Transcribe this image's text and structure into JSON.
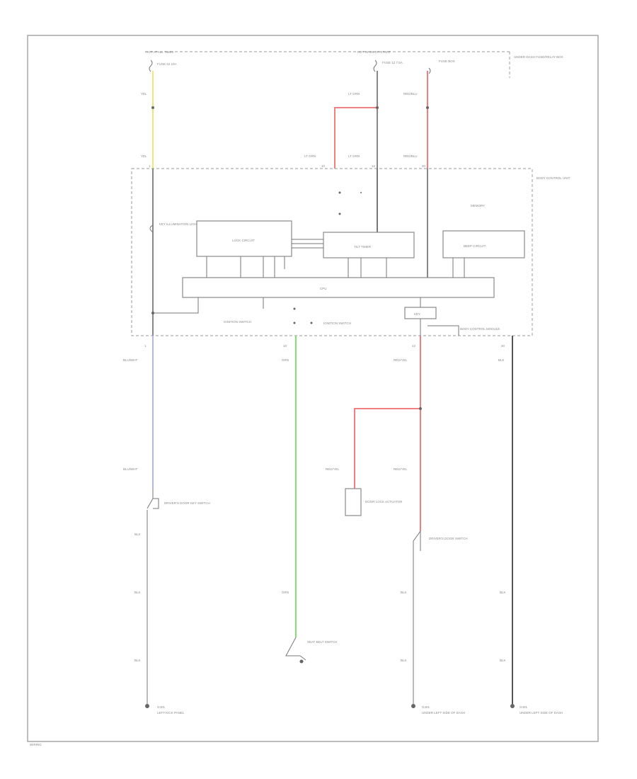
{
  "diagram": {
    "colors": {
      "yellow": "#f0e87a",
      "red": "#f07f7f",
      "blue": "#b7b4f7",
      "green": "#7ee36a",
      "gray": "#888888",
      "dark": "#555555"
    },
    "labels": {
      "top_left_source": "HOT AT ALL TIMES",
      "top_left_fuse": "FUSE 42 10A",
      "top_mid_source": "HOT IN ON OR START",
      "top_mid_fuse": "FUSE 12 7.5A",
      "top_right_note": "FUSE BOX",
      "top_far_right": "UNDER-DASH FUSE/RELAY BOX",
      "wire_yel_top": "YEL",
      "wire_yel_bot": "YEL",
      "wire_ltgrn_a": "LT GRN",
      "wire_ltgrn_b": "LT GRN",
      "wire_ltgrn_c": "LT GRN",
      "wire_redblu_a": "RED/BLU",
      "wire_redblu_b": "RED/BLU",
      "ecu_group_label": "BODY CONTROL MODULE",
      "lock_circuit": "LOCK CIRCUIT",
      "tilt_timer": "TILT TIMER",
      "beep_circuit": "BEEP CIRCUIT",
      "memory": "MEMORY",
      "cpu": "CPU",
      "door_switch_note": "IGNITION SWITCH",
      "ignition_label": "IGNITION SWITCH",
      "key_sensor": "KEY",
      "side_module": "BODY CONTROL UNIT",
      "left_note": "KEY ILLUMINATION LIGHT",
      "lower_blu": "BLU/WHT",
      "lower_blu_b": "BLU/WHT",
      "lower_grn": "GRN",
      "lower_grn_b": "GRN",
      "lower_red_a": "RED/YEL",
      "lower_red_b": "RED/YEL",
      "lower_red_c": "RED/YEL",
      "lower_blk_a": "BLK",
      "lower_blk_b": "BLK",
      "sw_door_lock": "DRIVER'S DOOR KEY SWITCH",
      "sw_door_lock_note": "DOOR LOCK ACTUATOR",
      "sw_seatbelt": "SEAT BELT SWITCH",
      "sw_door": "DRIVER'S DOOR SWITCH",
      "ground_a": "G401",
      "ground_b": "G401",
      "ground_c": "G401",
      "ground_a_note": "LEFT KICK PANEL",
      "ground_b_note": "UNDER LEFT SIDE OF DASH",
      "ground_c_note": "UNDER LEFT SIDE OF DASH",
      "pin_1": "1",
      "pin_2": "10",
      "pin_3": "12",
      "pin_4": "20",
      "footer": "WIRING"
    }
  }
}
